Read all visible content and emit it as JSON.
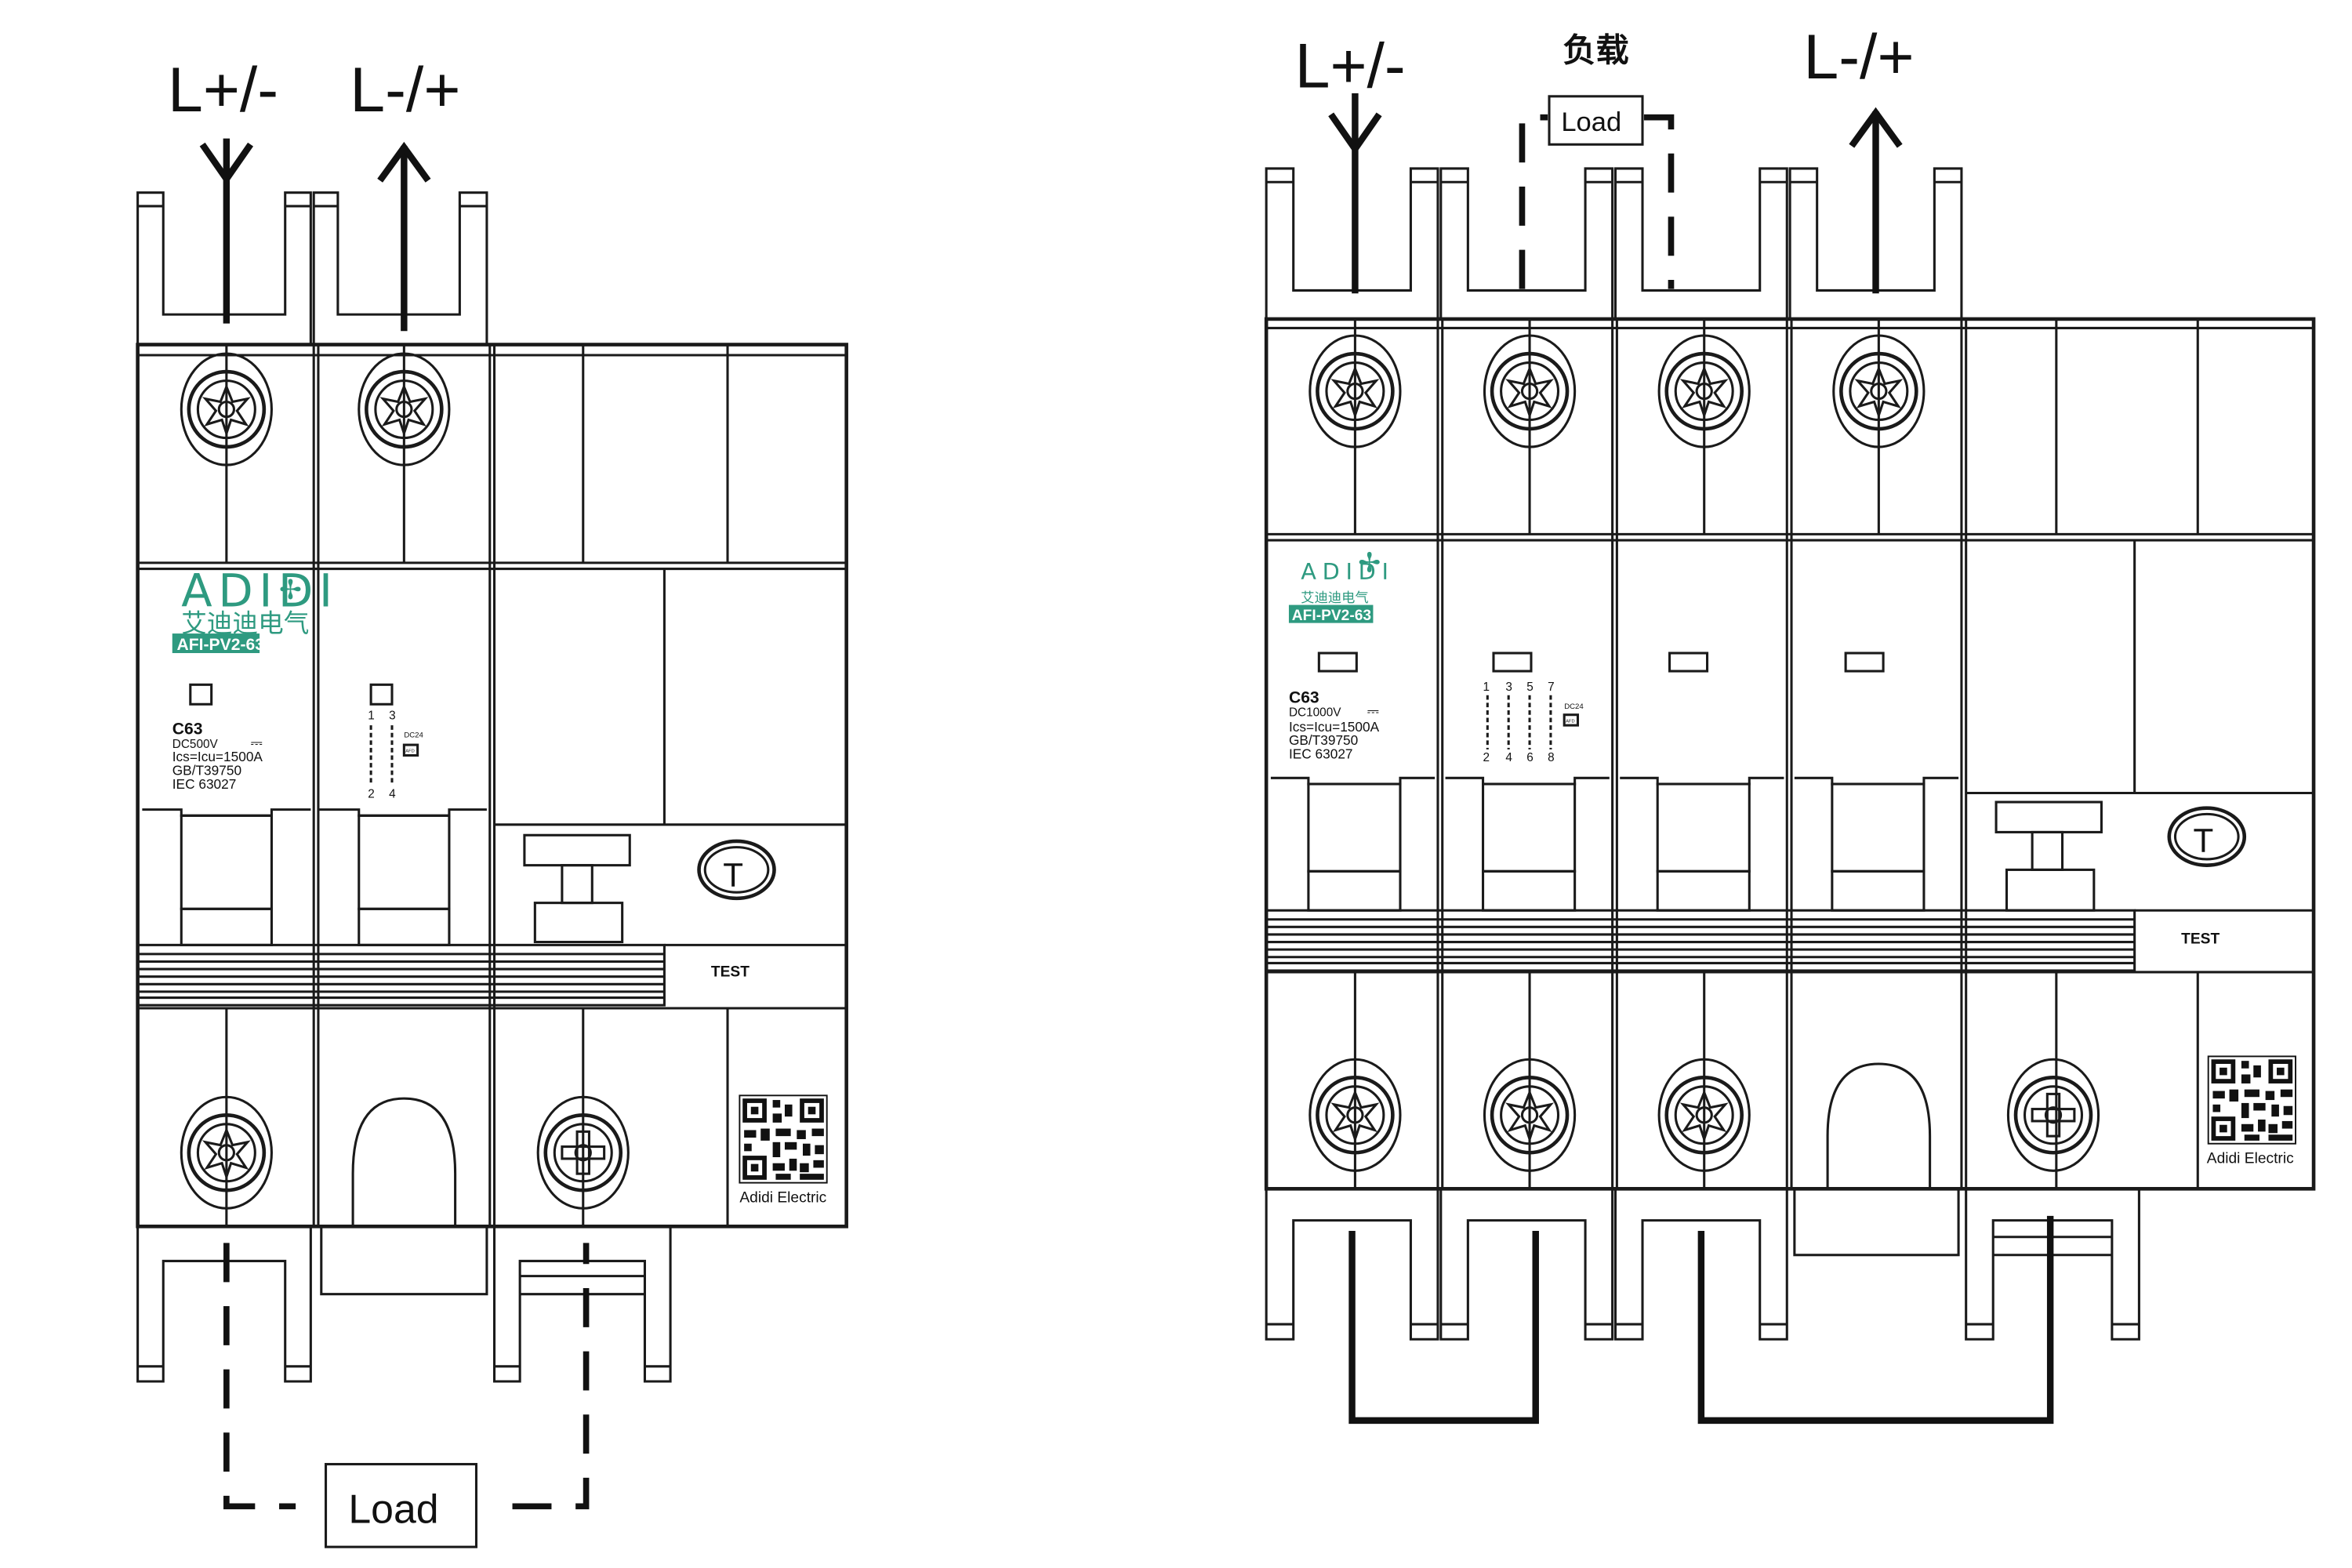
{
  "left_diagram": {
    "terminal_label_1": "L+/-",
    "terminal_label_2": "L-/+",
    "load_label": "Load",
    "brand_logo": "ADIDI",
    "brand_cn": "艾迪迪电气",
    "model": "AFI-PV2-63",
    "rating": "C63",
    "voltage": "DC500V",
    "breaking_capacity": "Ics=Icu=1500A",
    "standard_gb": "GB/T39750",
    "standard_iec": "IEC 63027",
    "dc_symbol": "⎓",
    "contacts_top": [
      "1",
      "3"
    ],
    "contacts_bottom": [
      "2",
      "4"
    ],
    "dc_rating": "DC24",
    "afd_label": "AFD",
    "test_button_letter": "T",
    "test_label": "TEST",
    "qr_caption": "Adidi Electric"
  },
  "right_diagram": {
    "terminal_label_1": "L+/-",
    "terminal_label_2": "L-/+",
    "load_label_cn": "负载",
    "load_label": "Load",
    "brand_logo": "ADIDI",
    "brand_cn": "艾迪迪电气",
    "model": "AFI-PV2-63",
    "rating": "C63",
    "voltage": "DC1000V",
    "breaking_capacity": "Ics=Icu=1500A",
    "standard_gb": "GB/T39750",
    "standard_iec": "IEC 63027",
    "dc_symbol": "⎓",
    "contacts_top": [
      "1",
      "3",
      "5",
      "7"
    ],
    "contacts_bottom": [
      "2",
      "4",
      "6",
      "8"
    ],
    "dc_rating": "DC24",
    "afd_label": "AFD",
    "test_button_letter": "T",
    "test_label": "TEST",
    "qr_caption": "Adidi Electric"
  },
  "colors": {
    "line": "#1a1a1a",
    "brand": "#2e9a80"
  },
  "icons": [
    "screw-terminal-icon",
    "down-arrow-icon",
    "up-arrow-icon",
    "qr-code-icon",
    "test-button-icon"
  ]
}
